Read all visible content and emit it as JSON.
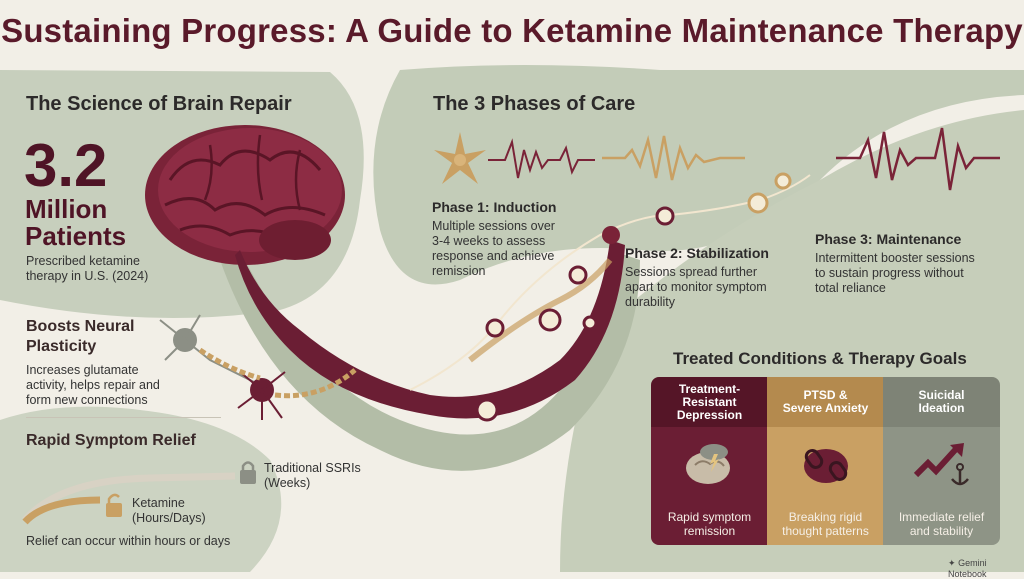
{
  "title": "Sustaining Progress: A Guide to Ketamine Maintenance Therapy",
  "science": {
    "heading": "The Science of Brain Repair",
    "stat_number": "3.2",
    "stat_line1": "Million",
    "stat_line2": "Patients",
    "stat_desc_line1": "Prescribed ketamine",
    "stat_desc_line2": "therapy in U.S. (2024)"
  },
  "plasticity": {
    "heading_line1": "Boosts Neural",
    "heading_line2": "Plasticity",
    "desc_line1": "Increases glutamate",
    "desc_line2": "activity, helps repair and",
    "desc_line3": "form new connections"
  },
  "relief": {
    "heading": "Rapid Symptom Relief",
    "ssri_line1": "Traditional SSRIs",
    "ssri_line2": "(Weeks)",
    "ketamine_line1": "Ketamine",
    "ketamine_line2": "(Hours/Days)",
    "caption": "Relief can occur within hours or days"
  },
  "phases": {
    "heading": "The 3 Phases of Care",
    "items": [
      {
        "title": "Phase 1: Induction",
        "desc": [
          "Multiple sessions over",
          "3-4 weeks to assess",
          "response and achieve",
          "remission"
        ]
      },
      {
        "title": "Phase 2: Stabilization",
        "desc": [
          "Sessions spread further",
          "apart to monitor symptom",
          "durability"
        ]
      },
      {
        "title": "Phase 3: Maintenance",
        "desc": [
          "Intermittent booster sessions",
          "to sustain progress without",
          "total reliance"
        ]
      }
    ]
  },
  "conditions": {
    "heading": "Treated Conditions & Therapy Goals",
    "columns": [
      {
        "head": [
          "Treatment-",
          "Resistant",
          "Depression"
        ],
        "icon": "brain-storm-icon",
        "foot": [
          "Rapid symptom",
          "remission"
        ]
      },
      {
        "head": [
          "PTSD &",
          "Severe Anxiety"
        ],
        "icon": "broken-chain-brain-icon",
        "foot": [
          "Breaking rigid",
          "thought patterns"
        ]
      },
      {
        "head": [
          "Suicidal",
          "Ideation"
        ],
        "icon": "anchor-rising-arrow-icon",
        "foot": [
          "Immediate relief",
          "and stability"
        ]
      }
    ]
  },
  "footer": "Gemini Notebook",
  "colors": {
    "maroon": "#6b1e34",
    "gold": "#c9a063",
    "sage": "#b9c4ae",
    "cream": "#f2efe7"
  }
}
